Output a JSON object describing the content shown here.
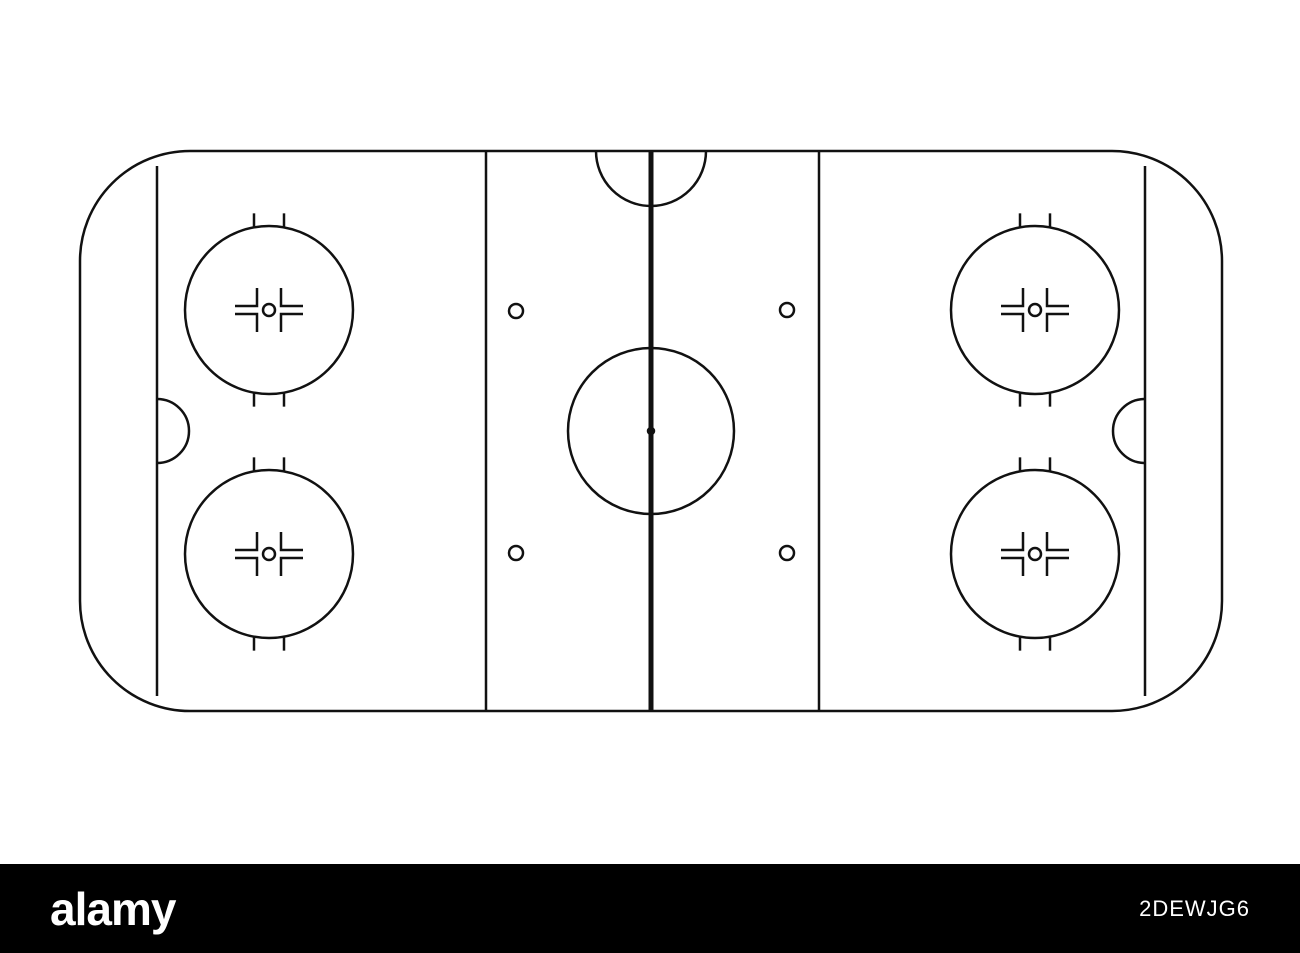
{
  "watermark": {
    "brand": "alamy",
    "image_id": "2DEWJG6"
  },
  "colors": {
    "background": "#ffffff",
    "line": "#111111",
    "footer_background": "#000000",
    "footer_text": "#ffffff"
  },
  "rink": {
    "faceoff_circle_count": 5,
    "neutral_zone_dot_count": 4,
    "goal_crease_count": 2,
    "referee_crease_count": 1
  }
}
